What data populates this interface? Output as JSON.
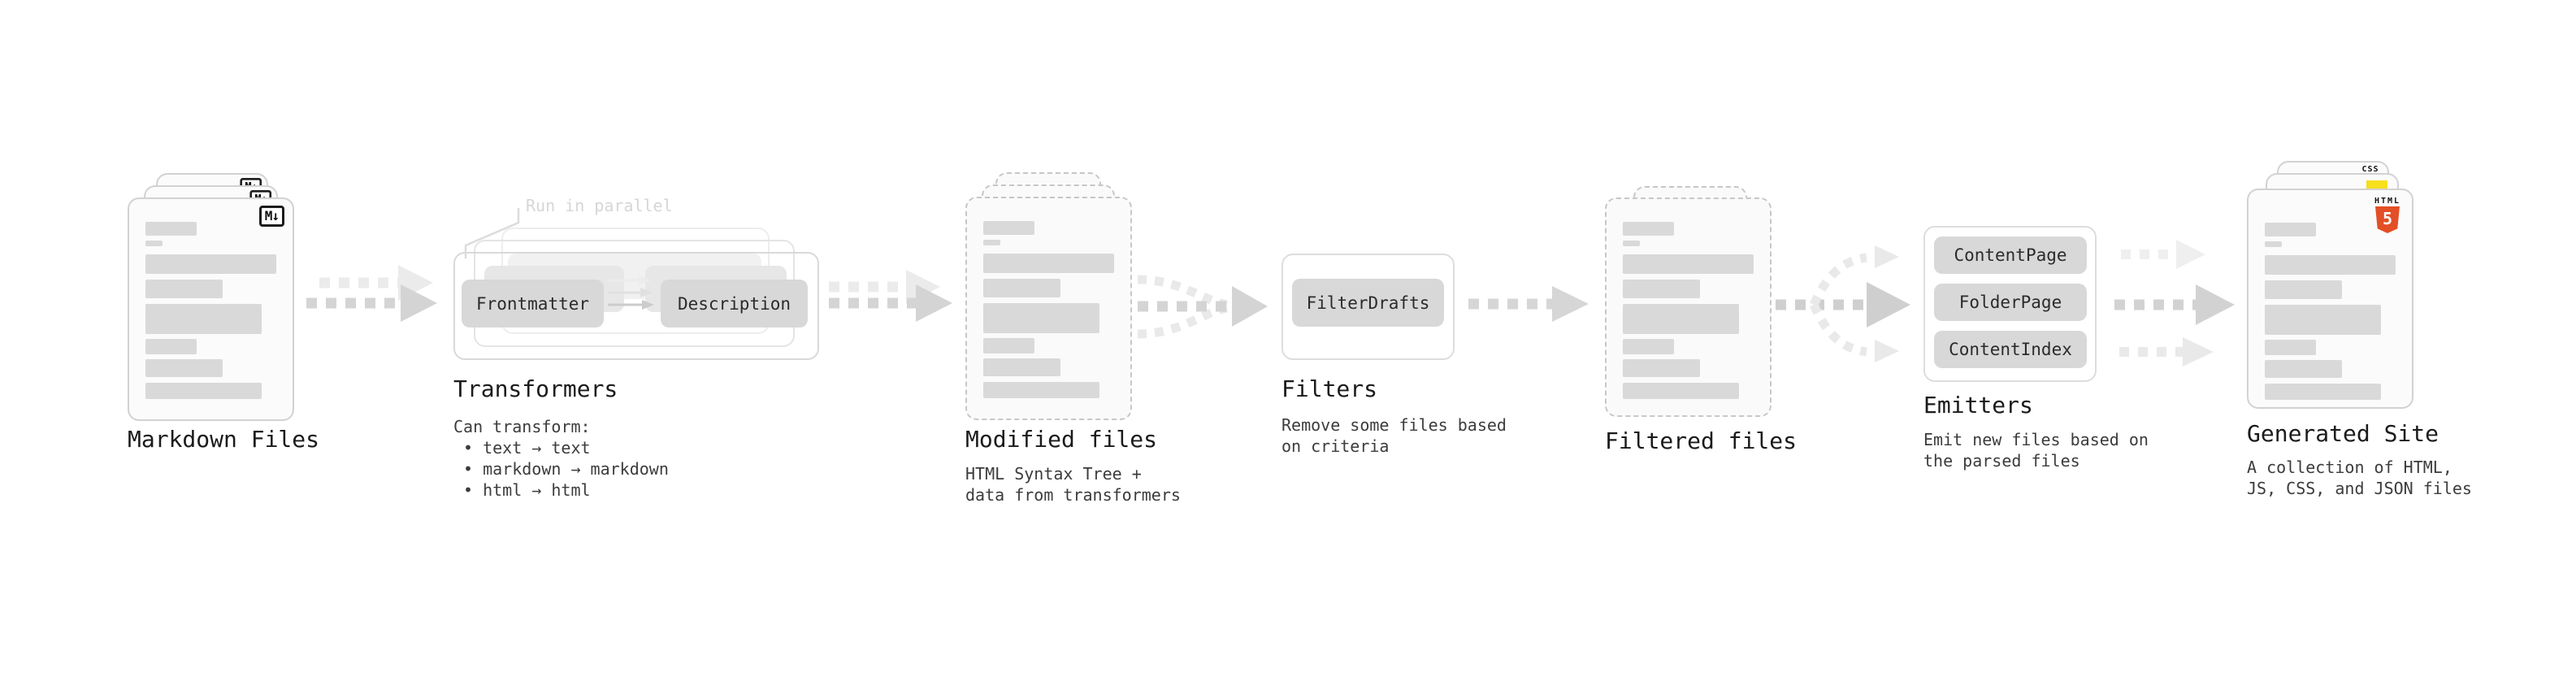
{
  "pipeline": {
    "markdown_files": {
      "label": "Markdown Files",
      "icon_label": "M↓"
    },
    "transformers": {
      "annotation": "Run in parallel",
      "chip_left": "Frontmatter",
      "chip_right": "Description",
      "label": "Transformers",
      "sub_heading": "Can transform:",
      "bullets": [
        "• text → text",
        "• markdown → markdown",
        "• html → html"
      ]
    },
    "modified_files": {
      "label": "Modified files",
      "desc": [
        "HTML Syntax Tree +",
        "data from transformers"
      ]
    },
    "filters": {
      "chip": "FilterDrafts",
      "label": "Filters",
      "desc": [
        "Remove some files based",
        "on criteria"
      ]
    },
    "filtered_files": {
      "label": "Filtered files"
    },
    "emitters": {
      "chips": [
        "ContentPage",
        "FolderPage",
        "ContentIndex"
      ],
      "label": "Emitters",
      "desc": [
        "Emit new files based on",
        "the parsed files"
      ]
    },
    "generated_site": {
      "label": "Generated Site",
      "desc": [
        "A collection of HTML,",
        "JS, CSS, and JSON files"
      ],
      "icons": {
        "css": "CSS",
        "html_badge": "HTML",
        "html_number": "5"
      }
    }
  },
  "colors": {
    "html5_orange": "#e34f26",
    "js_yellow": "#f7df1e",
    "css_blue": "#2563eb",
    "arrow_dark": "#d4d4d4",
    "arrow_light": "#ebebeb"
  }
}
